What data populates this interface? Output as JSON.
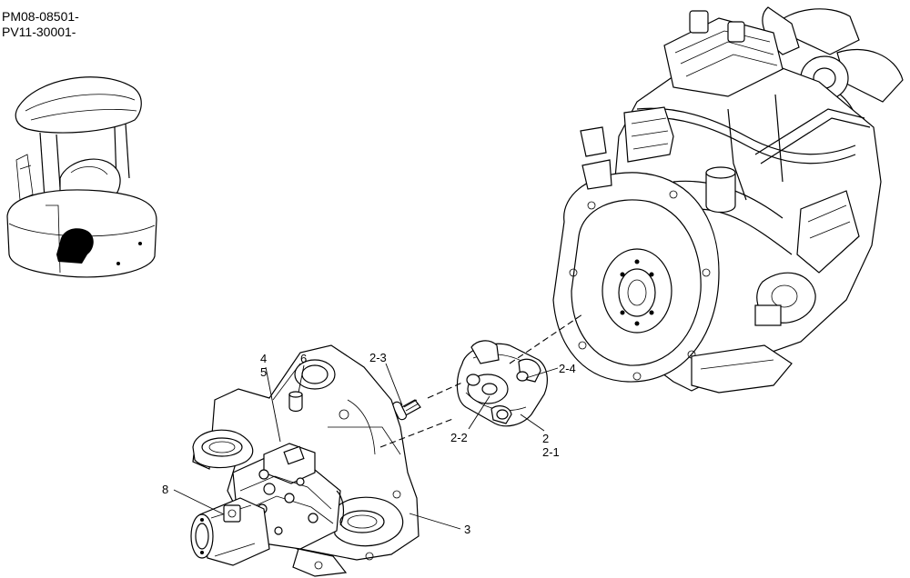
{
  "serials": [
    "PM08-08501-",
    "PV11-30001-"
  ],
  "callouts": [
    {
      "id": "1",
      "text": "4"
    },
    {
      "id": "2",
      "text": "5"
    },
    {
      "id": "3",
      "text": "6"
    },
    {
      "id": "4",
      "text": "2-3"
    },
    {
      "id": "5",
      "text": "2-4"
    },
    {
      "id": "6",
      "text": "2-2"
    },
    {
      "id": "7",
      "text": "2"
    },
    {
      "id": "8",
      "text": "2-1"
    },
    {
      "id": "9",
      "text": "8"
    },
    {
      "id": "10",
      "text": "3"
    }
  ]
}
